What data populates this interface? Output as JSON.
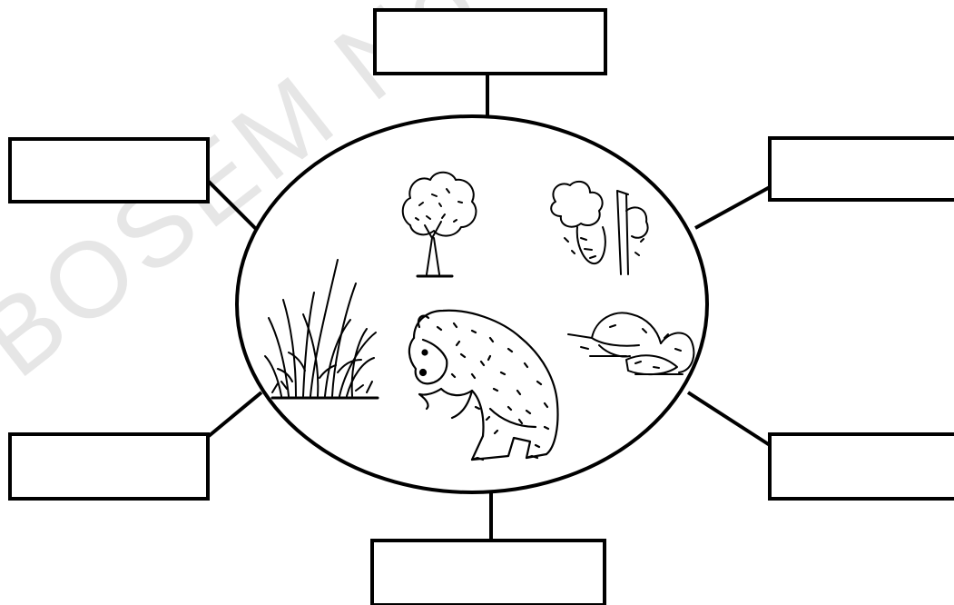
{
  "diagram": {
    "watermark": "BOSEM No",
    "center_pictures": [
      "tree-icon",
      "rock-with-plant-icon",
      "grass-icon",
      "bear-icon",
      "rocks-icon"
    ],
    "label_boxes": [
      {
        "position": "top",
        "text": ""
      },
      {
        "position": "upper-left",
        "text": ""
      },
      {
        "position": "upper-right",
        "text": ""
      },
      {
        "position": "lower-left",
        "text": ""
      },
      {
        "position": "lower-right",
        "text": ""
      },
      {
        "position": "bottom",
        "text": ""
      }
    ],
    "colors": {
      "line": "#000000",
      "background": "#ffffff",
      "watermark": "#e6e6e6"
    }
  }
}
